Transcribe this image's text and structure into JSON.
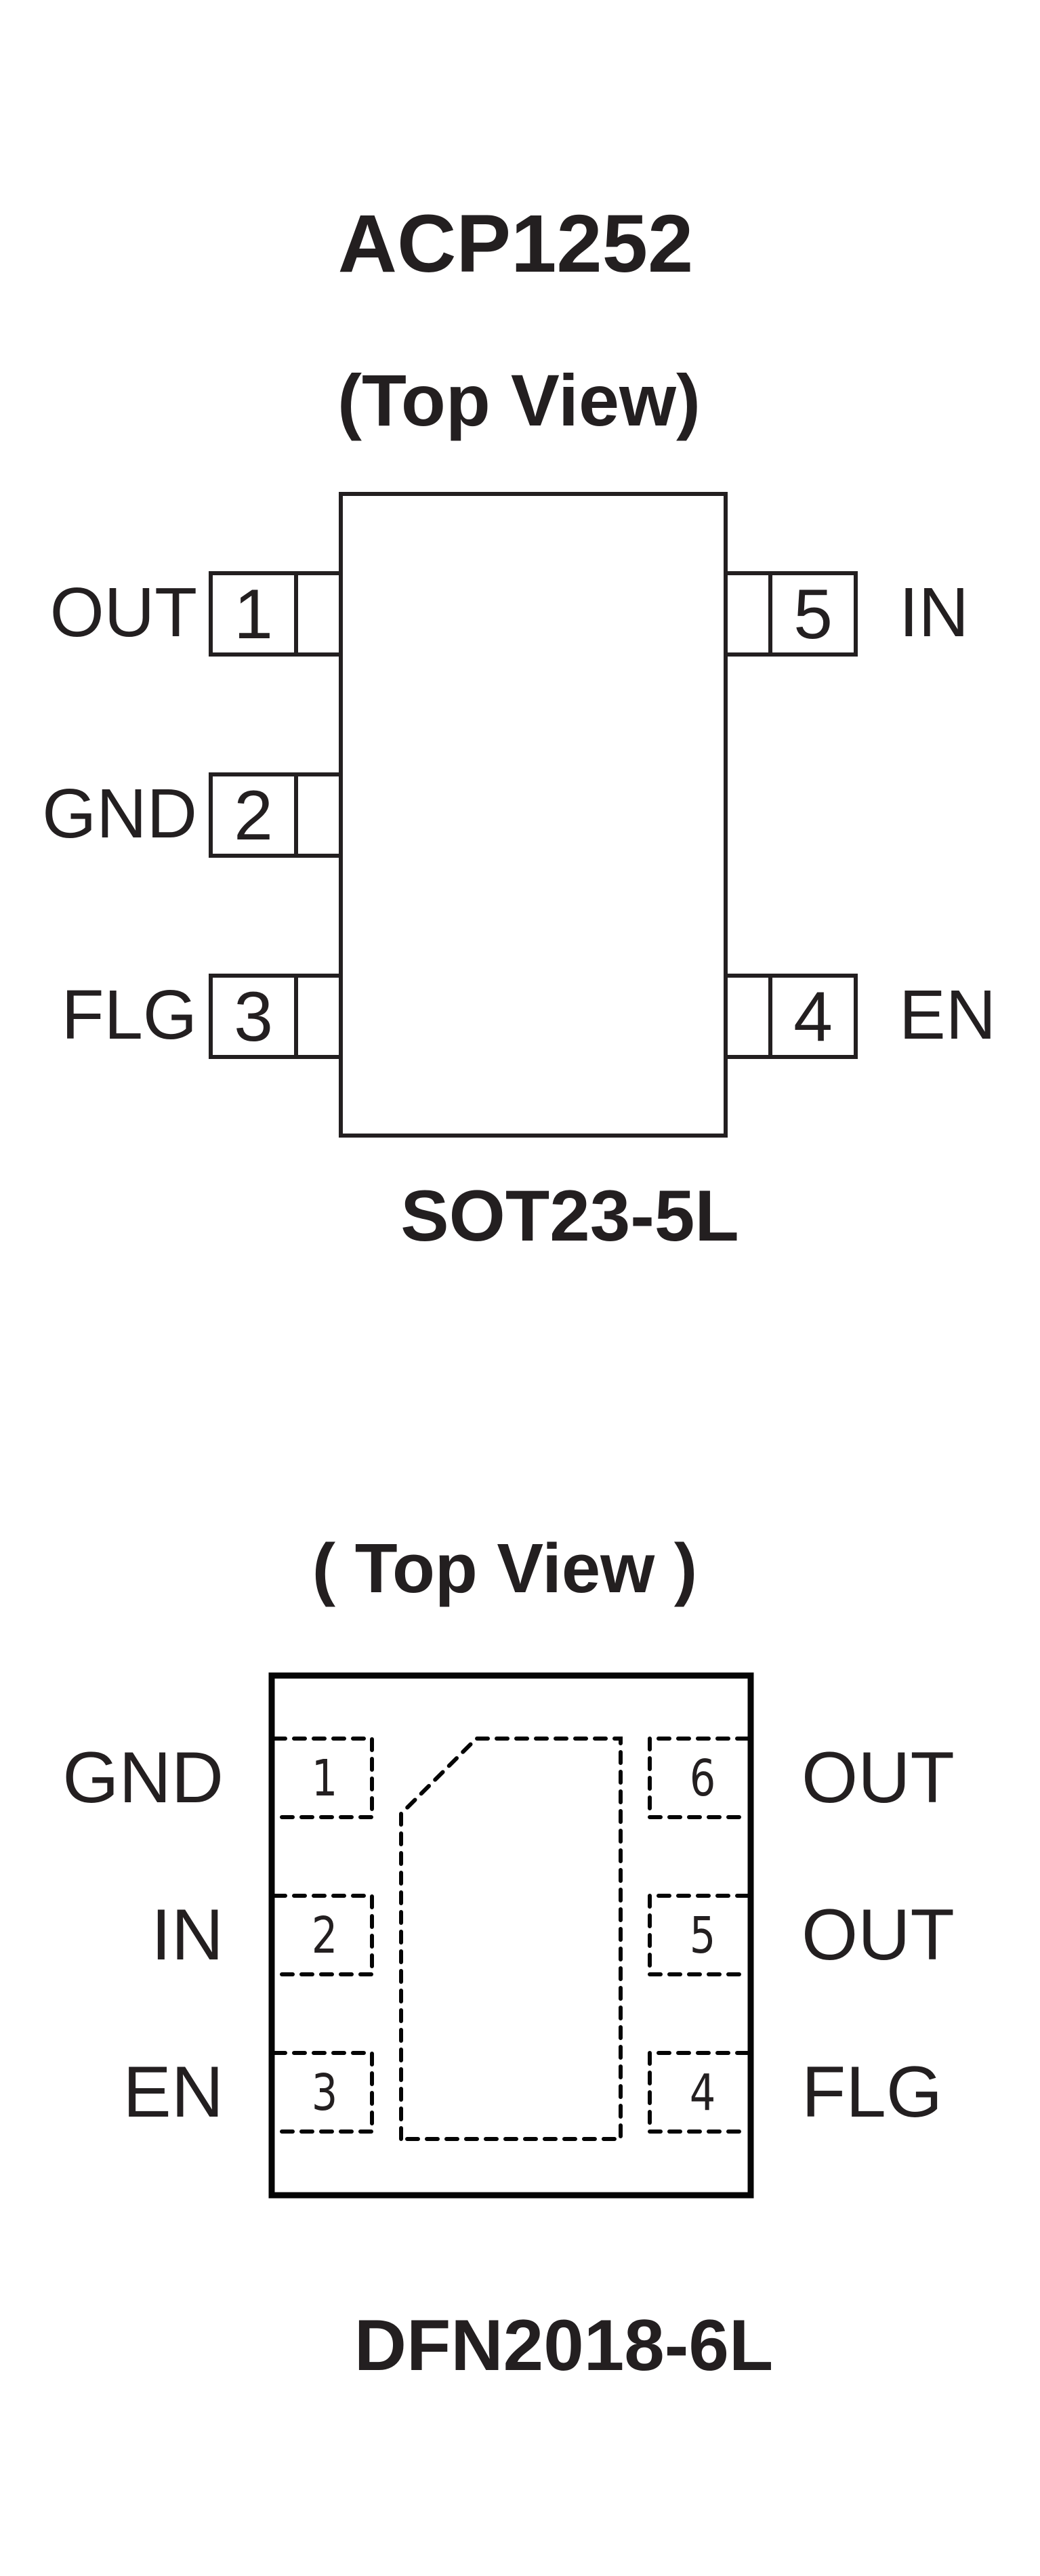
{
  "title": "ACP1252",
  "sot23": {
    "view_label": "(Top View)",
    "package_name": "SOT23-5L",
    "pins": [
      {
        "number": "1",
        "name": "OUT",
        "side": "left"
      },
      {
        "number": "2",
        "name": "GND",
        "side": "left"
      },
      {
        "number": "3",
        "name": "FLG",
        "side": "left"
      },
      {
        "number": "4",
        "name": "EN",
        "side": "right"
      },
      {
        "number": "5",
        "name": "IN",
        "side": "right"
      }
    ]
  },
  "dfn": {
    "view_label": "( Top View )",
    "package_name": "DFN2018-6L",
    "pins": [
      {
        "number": "1",
        "name": "GND",
        "side": "left"
      },
      {
        "number": "2",
        "name": "IN",
        "side": "left"
      },
      {
        "number": "3",
        "name": "EN",
        "side": "left"
      },
      {
        "number": "4",
        "name": "FLG",
        "side": "right"
      },
      {
        "number": "5",
        "name": "OUT",
        "side": "right"
      },
      {
        "number": "6",
        "name": "OUT",
        "side": "right"
      }
    ]
  },
  "colors": {
    "ink": "#231f20",
    "background": "#ffffff"
  }
}
